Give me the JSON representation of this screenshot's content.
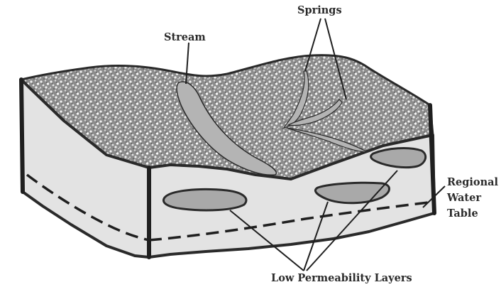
{
  "labels": {
    "stream": "Stream",
    "springs": "Springs",
    "regional_water_table": [
      "Regional",
      "Water",
      "Table"
    ],
    "low_permeability_layers": "Low Permeability Layers"
  },
  "colors": {
    "outline": "#2a2a2a",
    "block_fill": "#e3e3e3",
    "granular_top": "#8a8a8a",
    "stream_fill": "#b4b4b4",
    "lens_fill": "#a9a9a9",
    "text": "#2b2b2b"
  }
}
